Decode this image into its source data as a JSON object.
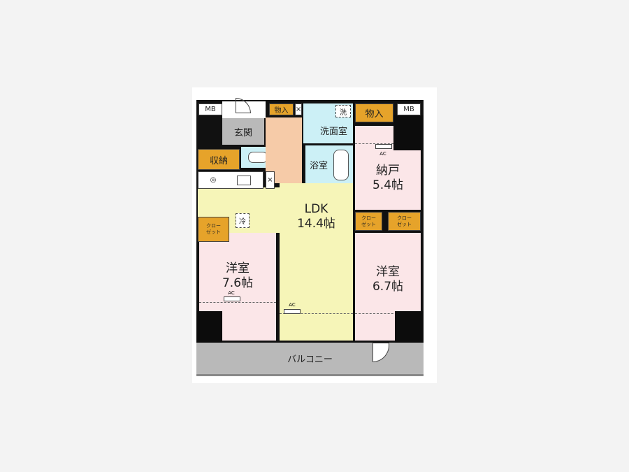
{
  "rooms": {
    "mb_left": "MB",
    "mb_right": "MB",
    "storage_top_left": "物入",
    "storage_top_right": "物入",
    "entrance": "玄関",
    "closet_storage": "収納",
    "washroom": "洗面室",
    "washer": "洗",
    "bathroom": "浴室",
    "storeroom": {
      "name": "納戸",
      "size": "5.4帖"
    },
    "fridge": "冷",
    "closet_left": "クロー\nゼット",
    "closet_right_1": "クロー\nゼット",
    "closet_right_2": "クロー\nゼット",
    "ldk": {
      "name": "LDK",
      "size": "14.4帖"
    },
    "western_left": {
      "name": "洋室",
      "size": "7.6帖"
    },
    "western_right": {
      "name": "洋室",
      "size": "6.7帖"
    },
    "balcony": "バルコニー"
  },
  "ac_labels": {
    "storeroom": "AC",
    "western_left": "AC",
    "ldk": "AC"
  }
}
